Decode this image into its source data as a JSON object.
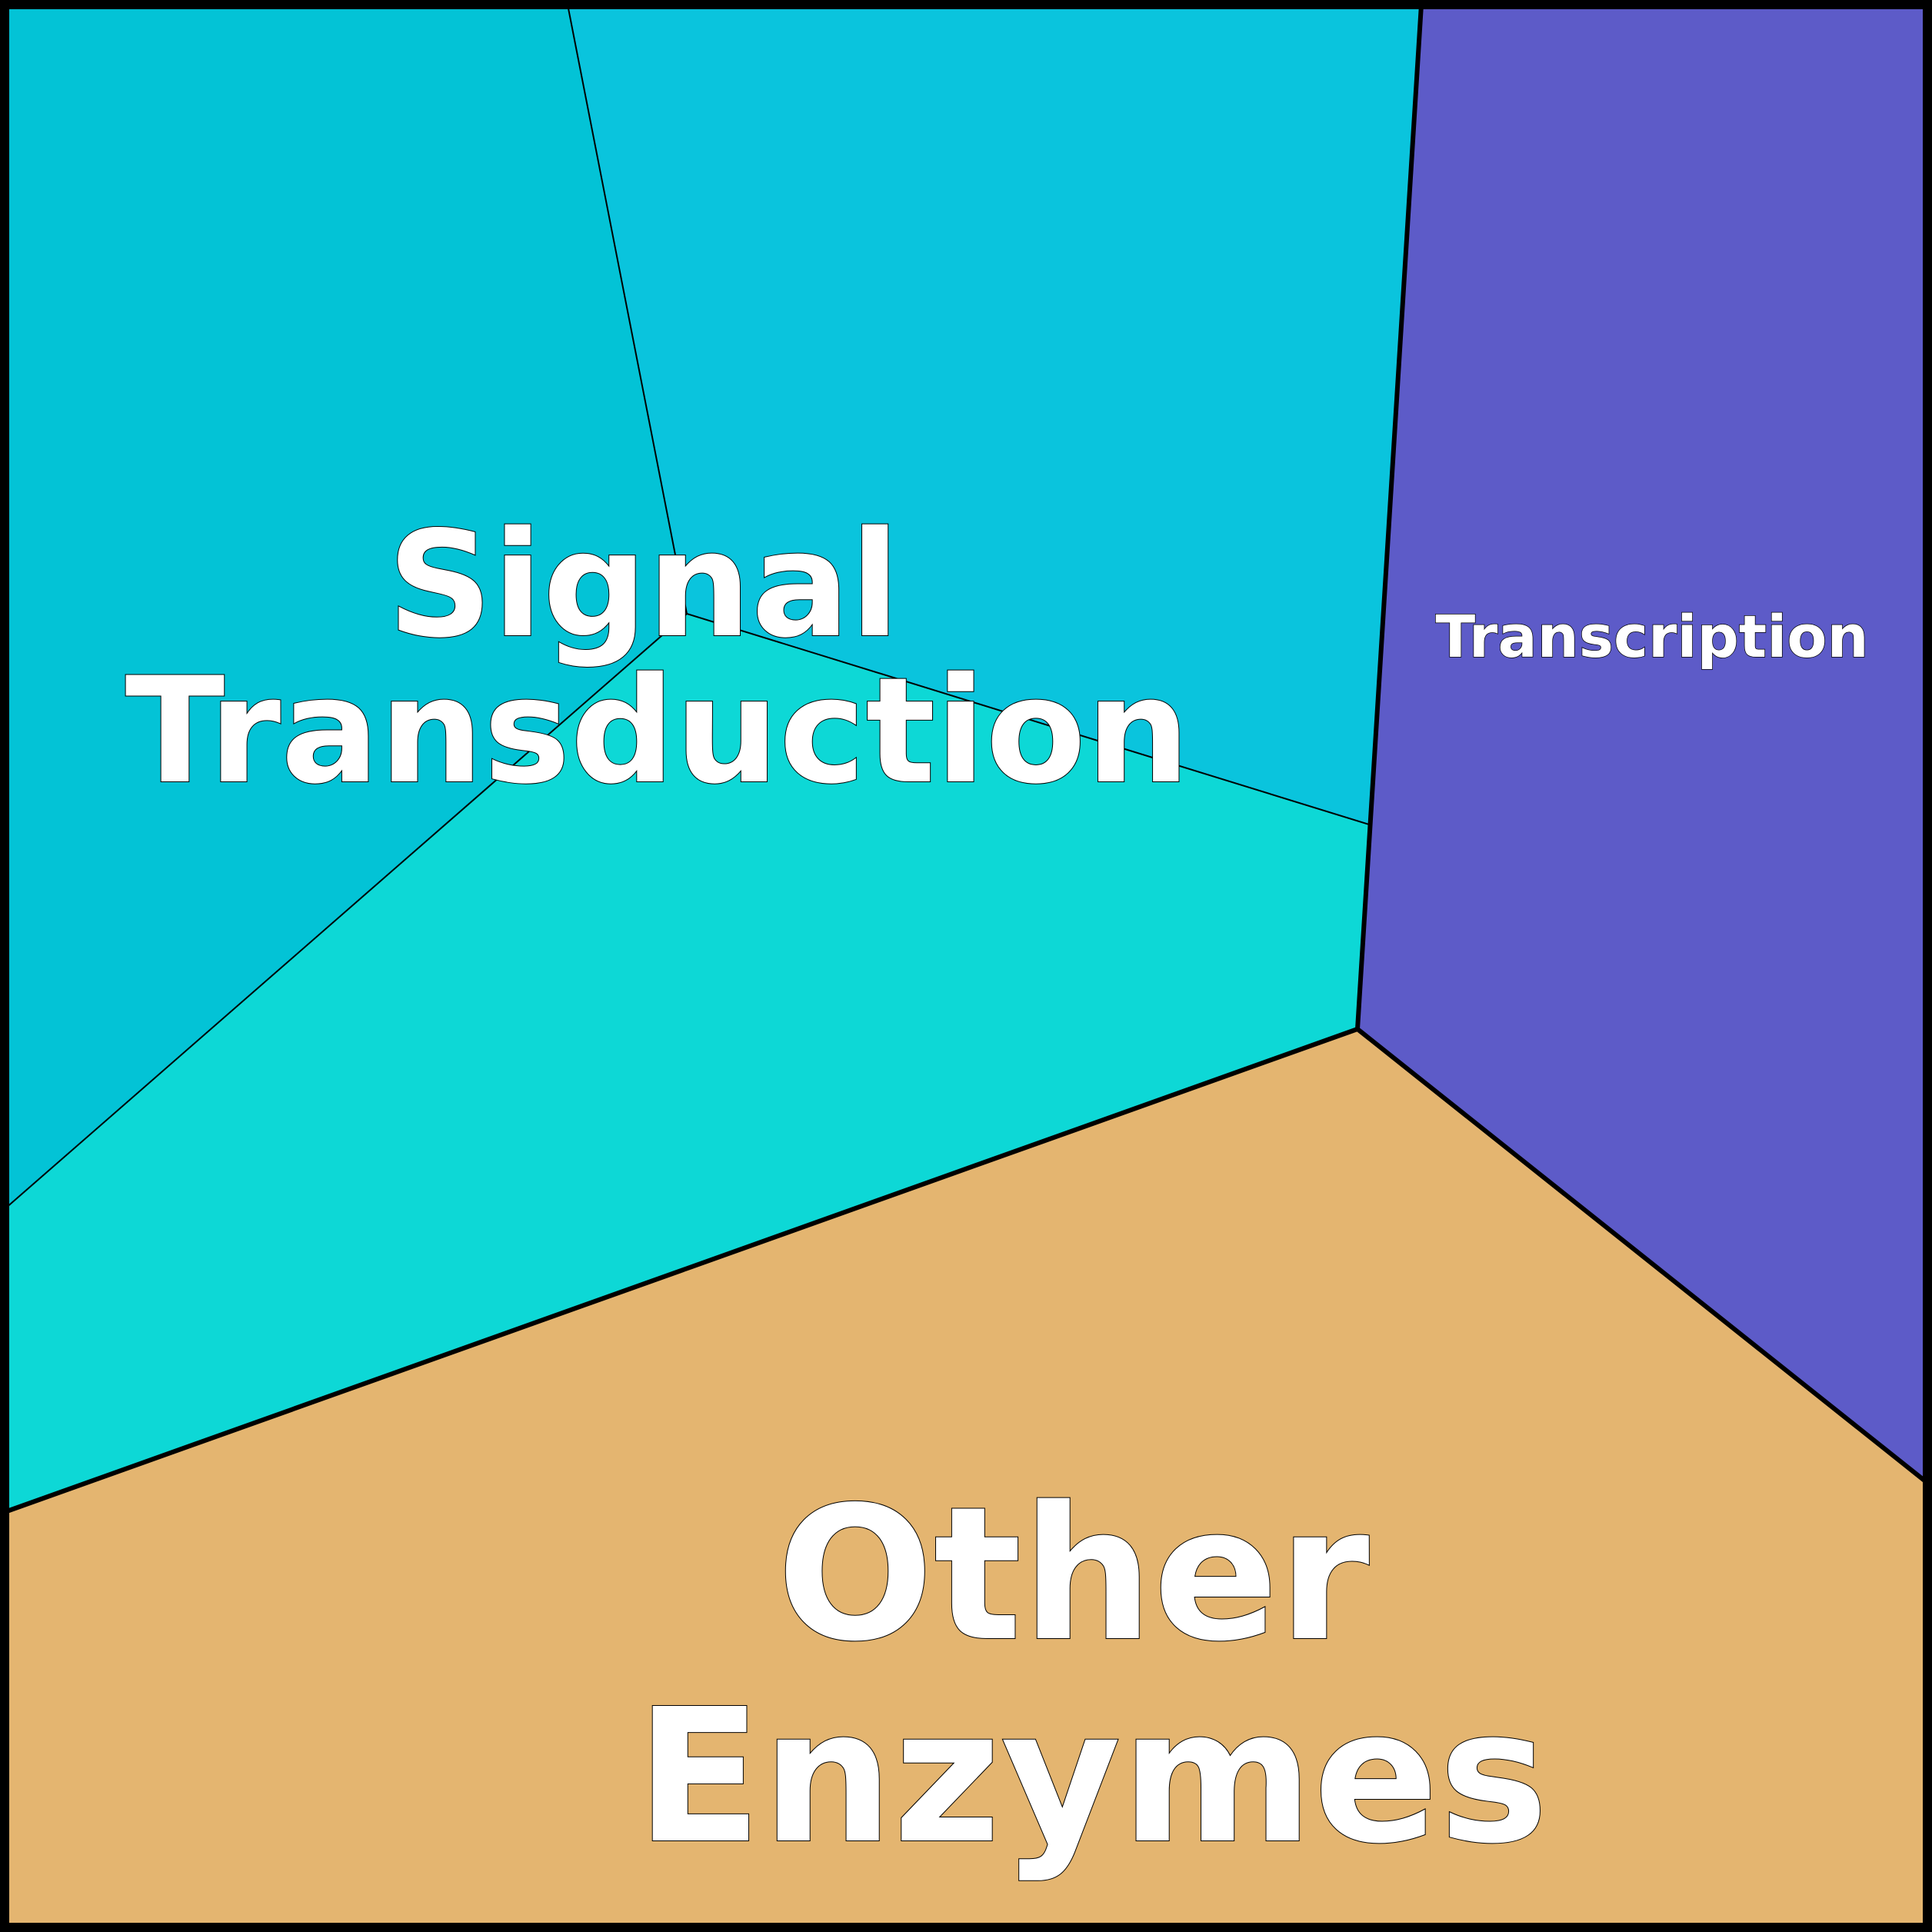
{
  "diagram": {
    "type": "voronoi-treemap",
    "groups": [
      {
        "label_lines": [
          "Signal",
          "Transduction"
        ],
        "color": "#0ECCD6",
        "subcells": [
          {
            "color": "#03C3D6"
          },
          {
            "color": "#0AC4DD"
          },
          {
            "color": "#0DD8D6"
          }
        ]
      },
      {
        "label_lines": [
          "Transcription"
        ],
        "color": "#5D5BC8"
      },
      {
        "label_lines": [
          "Other",
          "Enzymes"
        ],
        "color": "#E4B570"
      }
    ]
  }
}
